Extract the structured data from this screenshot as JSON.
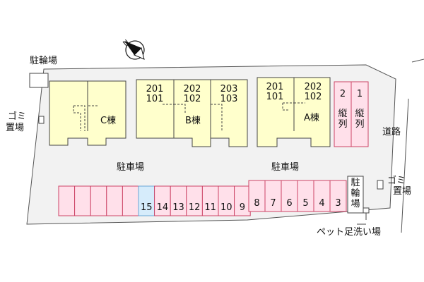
{
  "colors": {
    "lot": "#f2f2f2",
    "building": "#ffffcc",
    "parking": "#ffe0ea",
    "parking_highlight": "#d6ecfb",
    "outline": "#444444"
  },
  "labels": {
    "bicycle_top": "駐輪場",
    "garbage_left_1": "ゴミ",
    "garbage_left_2": "置場",
    "garbage_right_1": "ゴミ",
    "garbage_right_2": "置場",
    "road": "道路",
    "parking_left": "駐車場",
    "parking_right": "駐車場",
    "bicycle_right": "駐輪場",
    "pet_wash": "ペット足洗い場",
    "north_mark": "N"
  },
  "buildings": {
    "c": {
      "name": "C棟"
    },
    "b": {
      "name": "B棟",
      "units": [
        [
          "201",
          "101"
        ],
        [
          "202",
          "102"
        ],
        [
          "203",
          "103"
        ]
      ]
    },
    "a": {
      "name": "A棟",
      "units": [
        [
          "201",
          "101"
        ],
        [
          "202",
          "102"
        ]
      ]
    }
  },
  "tandem": [
    {
      "num": "2",
      "label": "縦列"
    },
    {
      "num": "1",
      "label": "縦列"
    }
  ],
  "parking_left_spaces": [
    "",
    "",
    "",
    "",
    "",
    "15",
    "14",
    "13",
    "12",
    "11",
    "10",
    "9"
  ],
  "parking_right_spaces": [
    "8",
    "7",
    "6",
    "5",
    "4",
    "3"
  ],
  "highlight_space": "15"
}
